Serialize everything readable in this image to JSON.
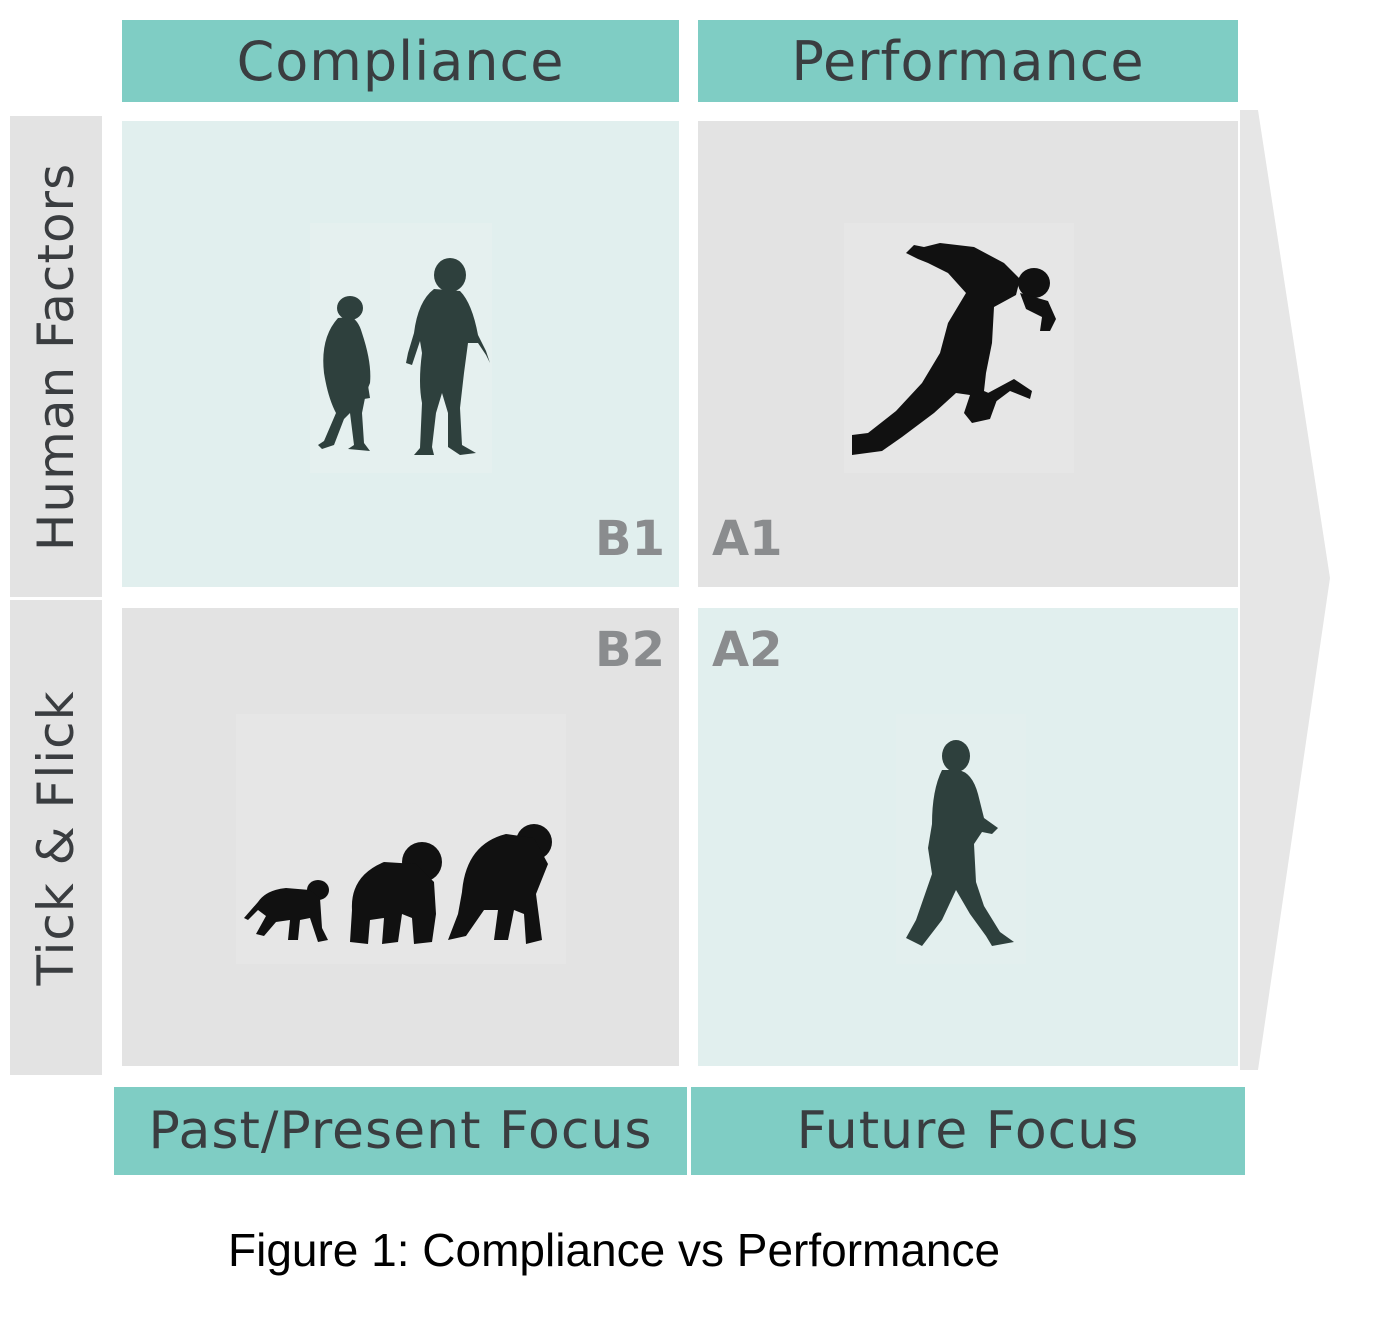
{
  "columns": {
    "left": "Compliance",
    "right": "Performance"
  },
  "rows": {
    "top": "Human Factors",
    "bottom": "Tick & Flick"
  },
  "quadrants": {
    "top_left": "B1",
    "top_right": "A1",
    "bottom_left": "B2",
    "bottom_right": "A2"
  },
  "axis_footer": {
    "left": "Past/Present Focus",
    "right": "Future Focus"
  },
  "caption": "Figure 1: Compliance vs Performance",
  "colors": {
    "header_teal": "#7fcdc4",
    "cell_teal": "#e1efee",
    "cell_gray": "#e3e3e3",
    "silhouette_teal": "#2e403d",
    "silhouette_black": "#111111"
  },
  "icons": {
    "top_left": "early-human-evolution-icon",
    "top_right": "sprinter-icon",
    "bottom_left": "apes-on-all-fours-icon",
    "bottom_right": "walking-human-icon"
  }
}
